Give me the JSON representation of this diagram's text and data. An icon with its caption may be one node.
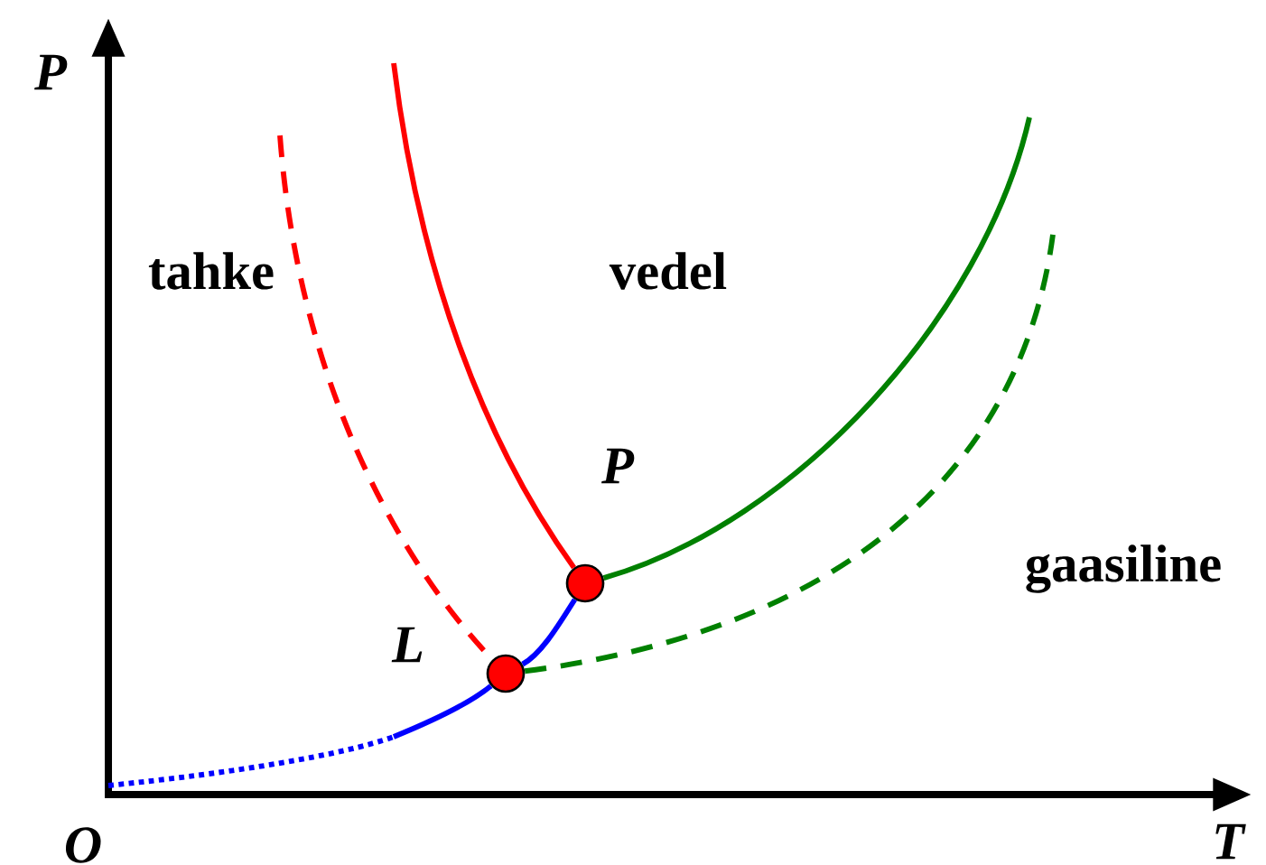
{
  "diagram": {
    "nodes": [
      {
        "text": [],
        "shape": "circle",
        "beside": [
          "P"
        ]
      },
      {
        "text": [],
        "shape": "circle",
        "beside": [
          "L"
        ]
      }
    ],
    "edges": [
      {
        "from": null,
        "to": 0,
        "arrow": "none",
        "color": "#ff0000"
      },
      {
        "from": 0,
        "to": null,
        "arrow": "none",
        "color": "#008000"
      },
      {
        "from": 1,
        "to": 0,
        "arrow": "none",
        "color": "#0000ff"
      },
      {
        "from": null,
        "to": 1,
        "arrow": "none",
        "style": "dashed",
        "color": "#0000ff"
      },
      {
        "from": null,
        "to": 1,
        "arrow": "none",
        "style": "dashed",
        "color": "#ff0000"
      },
      {
        "from": 1,
        "to": null,
        "arrow": "none",
        "style": "dashed",
        "color": "#008000"
      }
    ],
    "labels": [
      "P",
      "tahke",
      "vedel",
      "gaasiline",
      "O",
      "T"
    ]
  }
}
